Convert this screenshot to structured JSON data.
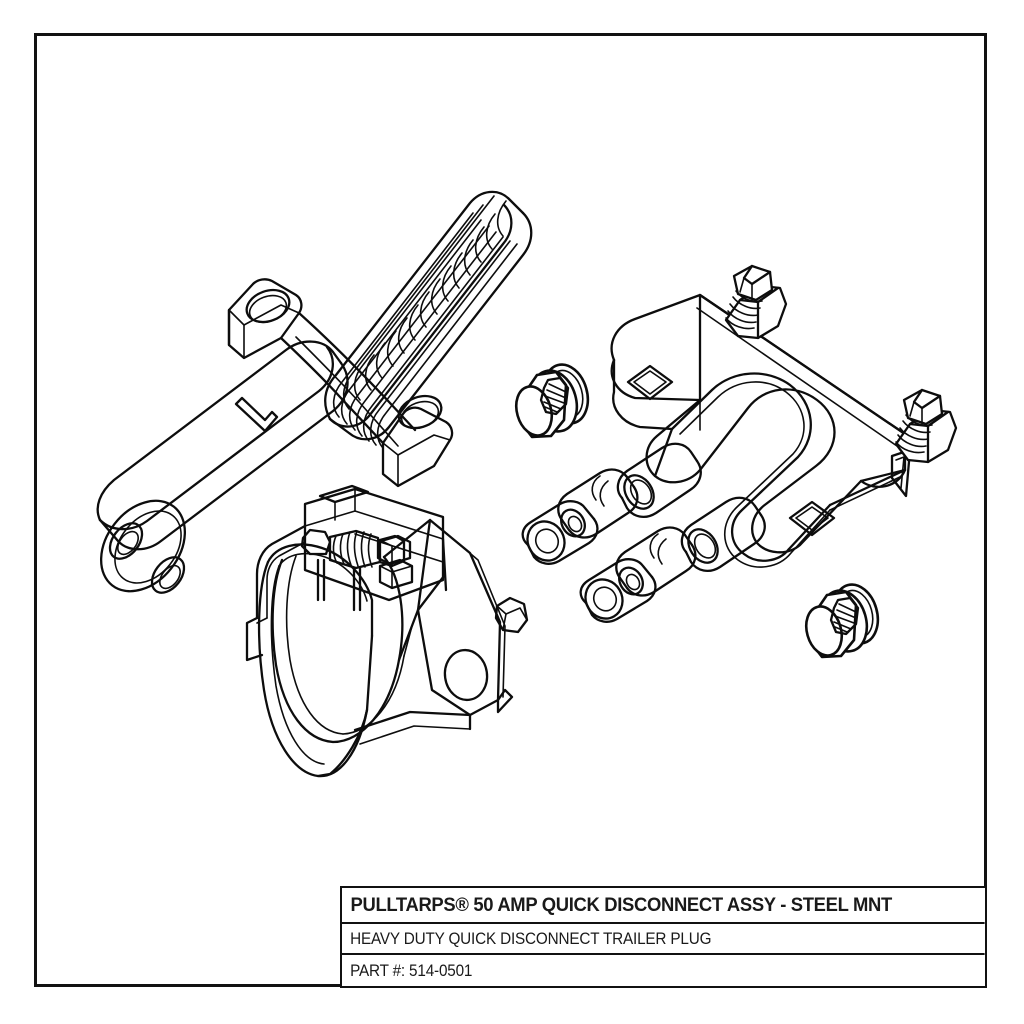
{
  "document": {
    "type": "technical-exploded-assembly-drawing",
    "style": "black-and-white-line-art",
    "background_color": "#ffffff",
    "line_color": "#0d0d0d",
    "frame": {
      "present": true,
      "color": "#111111"
    }
  },
  "title_block": {
    "title": "PULLTARPS® 50 AMP QUICK DISCONNECT ASSY - STEEL MNT",
    "subtitle": "HEAVY DUTY QUICK DISCONNECT TRAILER PLUG",
    "part_number_label": "PART #: 514-0501",
    "part_number": "514-0501",
    "rows": 3
  },
  "illustration": {
    "caption": "Exploded view of a two-pole 50 amp heavy duty quick disconnect trailer plug assembly with steel mounting bracket",
    "components": [
      {
        "id": "plug-body",
        "name": "50 amp two-pole male plug with corrugated cable boot",
        "features": [
          "two pin sockets",
          "two mounting ears with bolt holes",
          "ribbed strain relief boot",
          "keyway slot"
        ]
      },
      {
        "id": "receptacle",
        "name": "Socket receptacle with spring loaded hinged cover",
        "features": [
          "torsion spring",
          "hinge pin",
          "flip cover",
          "mounting flange with bolt hole"
        ]
      },
      {
        "id": "steel-mount-bracket",
        "name": "Steel mounting bracket",
        "features": [
          "horseshoe cutout",
          "two square holes",
          "formed tab"
        ]
      },
      {
        "id": "ring-terminal-1",
        "name": "Ring terminal lug"
      },
      {
        "id": "ring-terminal-2",
        "name": "Ring terminal lug"
      },
      {
        "id": "heat-shrink-1",
        "name": "Heat shrink sleeve"
      },
      {
        "id": "heat-shrink-2",
        "name": "Heat shrink sleeve"
      },
      {
        "id": "bracket-bolt-top",
        "name": "Hex head bolt with washer"
      },
      {
        "id": "bracket-bolt-right",
        "name": "Hex head bolt with washer"
      },
      {
        "id": "nut-washer-upper",
        "name": "Hex nut with washers"
      },
      {
        "id": "nut-washer-lower",
        "name": "Hex nut with washers"
      }
    ]
  }
}
